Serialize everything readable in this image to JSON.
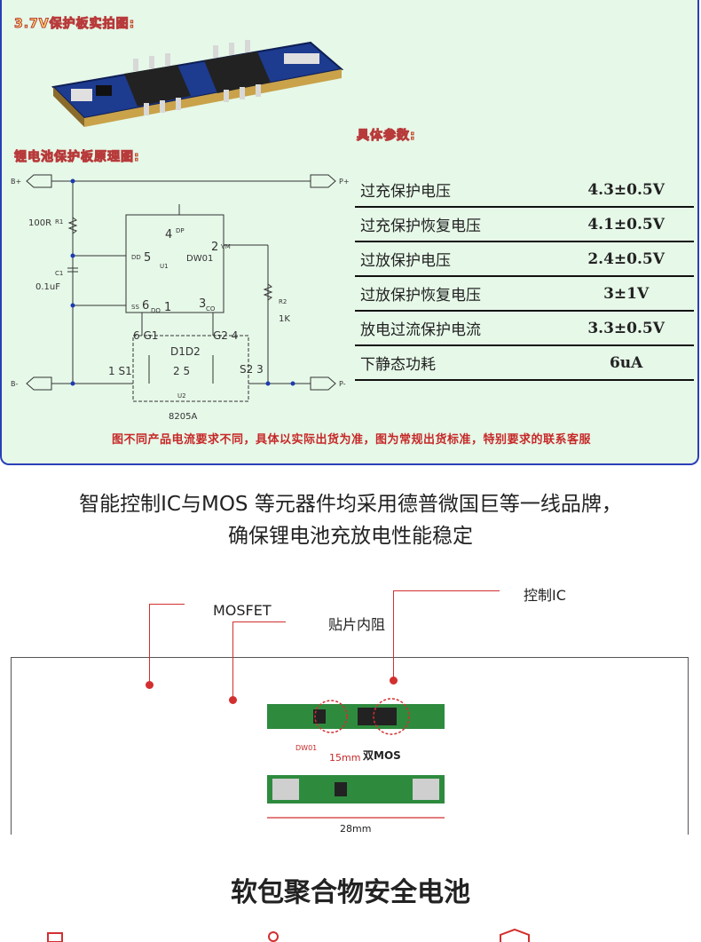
{
  "panel": {
    "photo_header": "3.7V保护板实拍图:",
    "schematic_header": "锂电池保护板原理图:",
    "params_header": "具体参数:",
    "notice": "图不同产品电流要求不同，具体以实际出货为准，图为常规出货标准，特别要求的联系客服"
  },
  "params": [
    {
      "name": "过充保护电压",
      "value": "4.3±0.5V"
    },
    {
      "name": "过充保护恢复电压",
      "value": "4.1±0.5V"
    },
    {
      "name": "过放保护电压",
      "value": "2.4±0.5V"
    },
    {
      "name": "过放保护恢复电压",
      "value": "3±1V"
    },
    {
      "name": "放电过流保护电流",
      "value": "3.3±0.5V"
    },
    {
      "name": "下静态功耗",
      "value": "6uA"
    }
  ],
  "schematic": {
    "b_plus": "B+",
    "p_plus": "P+",
    "b_minus": "B-",
    "p_minus": "P-",
    "r1": "100R",
    "r1_ref": "R1",
    "c1_ref": "C1",
    "c1": "0.1uF",
    "u1_ref": "U1",
    "u1": "DW01",
    "pin4": "4",
    "pin4_name": "DP",
    "pin2": "2",
    "pin2_name": "VM",
    "pin5": "5",
    "pin5_name": "DD",
    "pin6": "6",
    "pin6_name": "DO",
    "pin1": "1",
    "pin1_name": "SS",
    "pin3": "3",
    "pin3_name": "CO",
    "r2_ref": "R2",
    "r2": "1K",
    "q_g1": "6 G1",
    "q_g2": "G2 4",
    "q_d": "D1D2",
    "q_25": "2 5",
    "q_s1": "1 S1",
    "q_s2": "S2 3",
    "q_ref": "U2",
    "q_name": "8205A"
  },
  "subtitle": {
    "line1": "智能控制IC与MOS 等元器件均采用德普微国巨等一线品牌，",
    "line2": "确保锂电池充放电性能稳定"
  },
  "pcb": {
    "label_mosfet": "MOSFET",
    "label_resistor": "贴片内阻",
    "label_ic": "控制IC",
    "dw01": "DW01",
    "dim_15": "15mm",
    "dual_mos": "双MOS",
    "dim_28": "28mm"
  },
  "section_title": "软包聚合物安全电池"
}
